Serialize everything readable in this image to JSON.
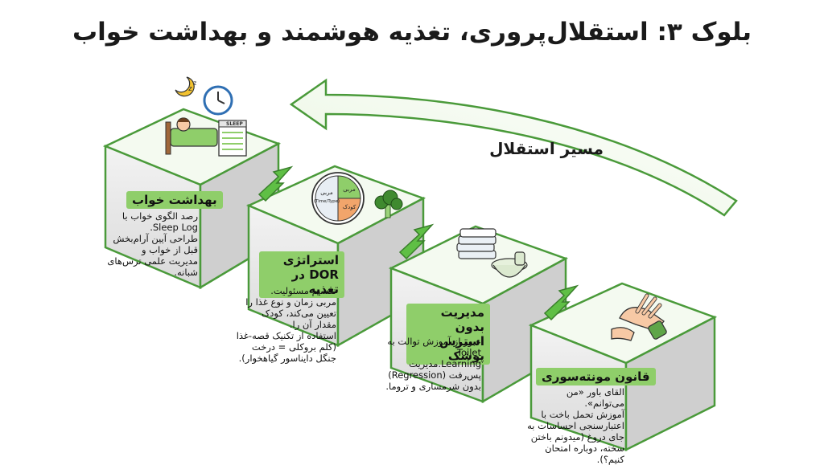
{
  "title": "بلوک ۳: استقلال‌پروری، تغذیه هوشمند و بهداشت خواب",
  "path_label": "مسیر استقلال",
  "steps": [
    {
      "heading": "بهداشت خواب",
      "lines": [
        "رصد الگوی خواب با",
        "Sleep Log.",
        "طراحی آیین آرام‌بخش قبل از خواب و",
        "مدیریت علمی ترس‌های",
        "شبانه."
      ],
      "icon": "sleeping-child-icon"
    },
    {
      "heading": "استراتژی DOR در تغذیه",
      "lines": [
        "تقسیم مسئولیت.",
        "مربی زمان و نوع غذا را",
        "تعیین می‌کند، کودک",
        "مقدار آن را.",
        "استفاده از تکنیک قصه-غذا",
        "(کلم بروکلی = درخت",
        "جنگل دایناسور گیاهخوار)."
      ],
      "icon": "plate-icon",
      "plate_labels": [
        "مربی",
        "کودک",
        "مربی",
        "(Time/Type)"
      ]
    },
    {
      "heading": "مدیریت بدون استرس پوشک",
      "lines": [
        "عبور از آموزش توالت به",
        "Toilet Learning.مدیریت",
        "پس‌رفت (Regression)",
        "بدون شرمساری و تروما."
      ],
      "icon": "diaper-potty-icon"
    },
    {
      "heading": "قانون مونته‌سوری",
      "lines": [
        "القای باور «من می‌توانم».",
        "آموزش تحمل باخت با",
        "اعتبارسنجی احساسات به",
        "جای دروغ (میدونم باختن",
        "سخته، دوباره امتحان کنیم؟)."
      ],
      "icon": "helping-hands-icon"
    }
  ],
  "icon_labels": {
    "sleep_log": "SLEEP"
  },
  "colors": {
    "green_dark": "#4a9a3a",
    "green_light": "#8fce6a",
    "cube_top": "#f4faf0",
    "cube_side": "#e3e3e3"
  }
}
